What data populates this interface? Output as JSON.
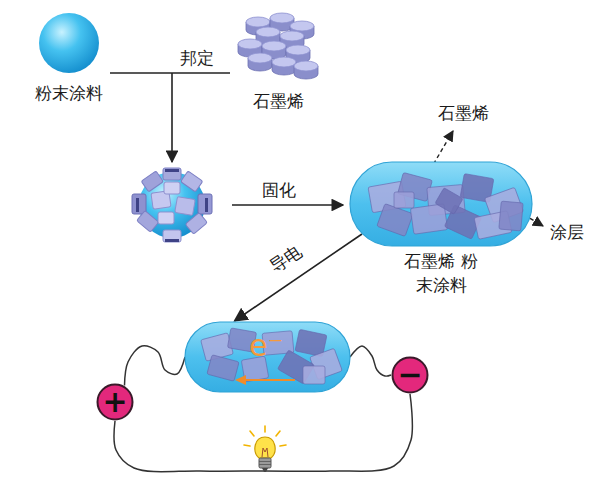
{
  "diagram": {
    "nodes": [
      {
        "text": [
          "粉末涂料"
        ]
      },
      {
        "text": [
          "石墨烯"
        ]
      },
      {
        "text": [
          "石墨烯 粉末涂料"
        ]
      },
      {
        "text": [
          "e⁻"
        ]
      },
      {
        "text": [
          "+"
        ]
      },
      {
        "text": [
          "−"
        ]
      }
    ],
    "edges": [
      {
        "from": 2,
        "to": 3,
        "label": "导电",
        "arrow": "to"
      },
      {
        "from": 4,
        "to": 3,
        "arrow": "none"
      },
      {
        "from": 3,
        "to": 5,
        "arrow": "none"
      },
      {
        "from": 4,
        "to": 5,
        "arrow": "none"
      }
    ],
    "labels": [
      "邦定",
      "固化",
      "石墨烯",
      "涂层"
    ]
  }
}
